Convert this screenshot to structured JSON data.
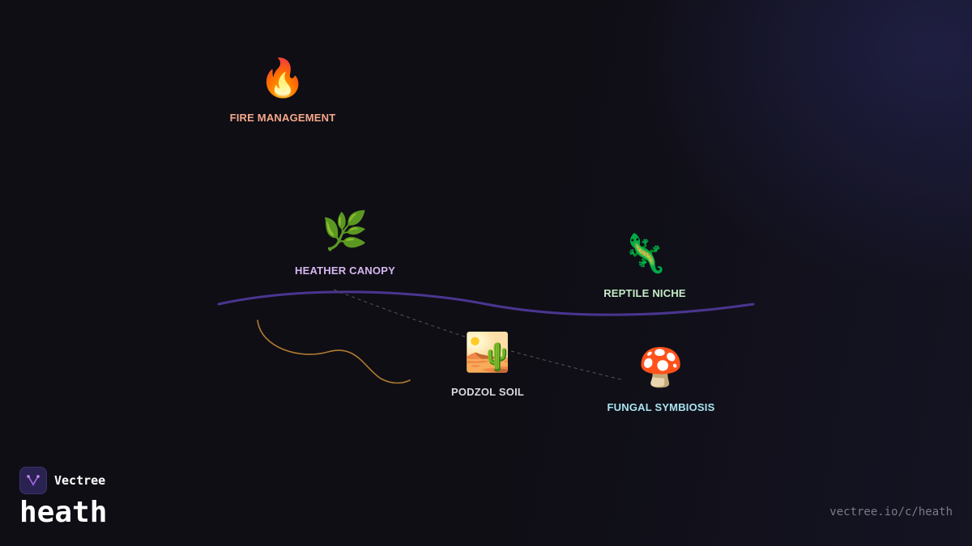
{
  "nodes": {
    "fire": {
      "icon": "🔥",
      "label": "FIRE MANAGEMENT",
      "color": "#f5a88a"
    },
    "heather": {
      "icon": "🌿",
      "label": "HEATHER CANOPY",
      "color": "#d6b8f0"
    },
    "reptile": {
      "icon": "🦎",
      "label": "REPTILE NICHE",
      "color": "#c6ecc6"
    },
    "podzol": {
      "icon": "🏜️",
      "label": "PODZOL SOIL",
      "color": "#d8d8dc"
    },
    "fungal": {
      "icon": "🍄",
      "label": "FUNGAL SYMBIOSIS",
      "color": "#a8e4ef"
    }
  },
  "connector_colors": {
    "main_curve": "#4a3590",
    "root_curve": "#b07a30",
    "dashed_link": "#55555e"
  },
  "brand": {
    "name": "Vectree",
    "logo_icon": "vectree-logo-icon",
    "accent": "#2a2250"
  },
  "page": {
    "title": "heath",
    "url": "vectree.io/c/heath"
  }
}
